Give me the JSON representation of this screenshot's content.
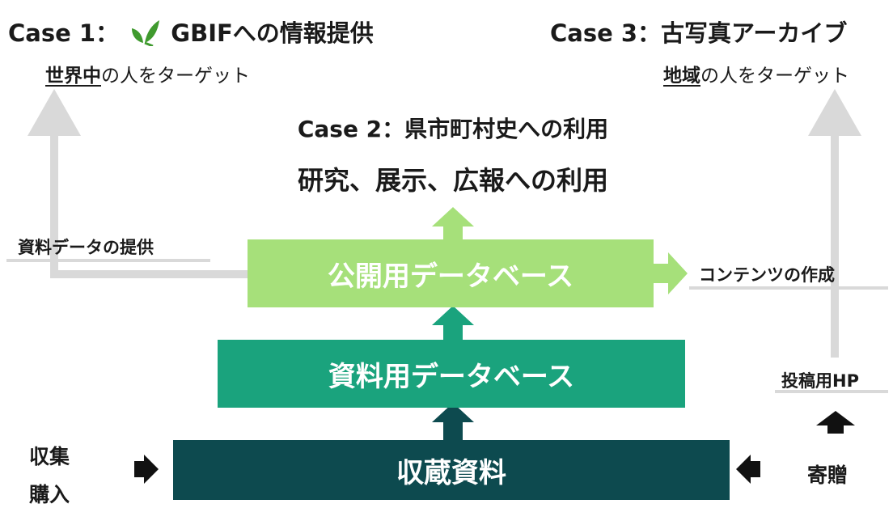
{
  "case1": {
    "title_prefix": "Case 1：",
    "title_suffix": "GBIFへの情報提供",
    "subtitle_emph": "世界中",
    "subtitle_rest": "の人をターゲット"
  },
  "case2": {
    "title": "Case 2：県市町村史への利用",
    "uses": "研究、展示、広報への利用"
  },
  "case3": {
    "title": "Case 3：古写真アーカイブ",
    "subtitle_emph": "地域",
    "subtitle_rest": "の人をターゲット"
  },
  "labels": {
    "data_provision": "資料データの提供",
    "content_creation": "コンテンツの作成",
    "submission_hp": "投稿用HP",
    "collect": "収集",
    "purchase": "購入",
    "donation": "寄贈"
  },
  "boxes": {
    "public_db": "公開用データベース",
    "material_db": "資料用データベース",
    "holdings": "収蔵資料"
  },
  "colors": {
    "public_db": "#a6e07a",
    "material_db": "#1aa37d",
    "holdings": "#0d4a4f",
    "gray_arrow": "#d9d9d9",
    "black_arrow": "#111111",
    "leaf": "#3f9a2e"
  }
}
